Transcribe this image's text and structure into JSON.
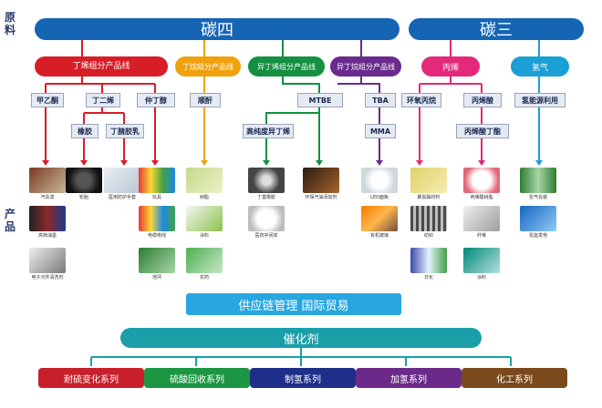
{
  "side": {
    "top": "原料",
    "bottom": "产品"
  },
  "c4": {
    "title": "碳四",
    "color": "#1565b4"
  },
  "c3": {
    "title": "碳三",
    "color": "#1565b4"
  },
  "lines": [
    {
      "key": "butene",
      "label": "丁烯组分产品线",
      "color": "#d71d26"
    },
    {
      "key": "butane",
      "label": "丁烷组分产品线",
      "color": "#f0a10b"
    },
    {
      "key": "isobutene",
      "label": "异丁烯组分产品线",
      "color": "#139040"
    },
    {
      "key": "isobutane",
      "label": "异丁烷组分产品线",
      "color": "#6a2a8e"
    },
    {
      "key": "propylene",
      "label": "丙烯",
      "color": "#e4287a"
    },
    {
      "key": "hydrogen",
      "label": "氢气",
      "color": "#1aa0d6"
    }
  ],
  "intermediates": {
    "mek": "甲乙酮",
    "butadiene": "丁二烯",
    "sba": "仲丁醇",
    "maleic": "顺酐",
    "mtbe": "MTBE",
    "tba": "TBA",
    "rubber": "橡胶",
    "nbr": "丁腈胶乳",
    "hpib": "高纯度异丁烯",
    "mma": "MMA",
    "eo": "环氧丙烷",
    "acrylic": "丙烯酸",
    "butyl_acrylate": "丙烯酸丁酯",
    "h2use": "氢能源利用"
  },
  "products": {
    "auto_paint": "汽车漆",
    "tire": "轮胎",
    "gloves": "医用防护手套",
    "toys": "玩具",
    "resin": "树脂",
    "butyl_rubber": "丁基橡胶",
    "fuel_additive": "环保汽油添加剂",
    "led_panel": "LED面板",
    "pu_material": "聚氨酯材料",
    "sap": "丙烯酸树脂",
    "h2_fill": "氢气充装",
    "high_oil": "高档油墨",
    "cable": "电缆电线",
    "coating": "涂料",
    "pharma": "医药中间体",
    "acrylic_glass": "有机玻璃",
    "textile": "纺织",
    "fiber": "纤维",
    "fuel_cell": "氢能发电",
    "electronics": "电子元件清洗剂",
    "floor": "地坪",
    "pesticide": "农药",
    "daily": "日化",
    "paint": "涂料"
  },
  "supply": {
    "label": "供应链管理 国际贸易",
    "color": "#27a6e0"
  },
  "catalyst": {
    "label": "催化剂",
    "color": "#1a9fa8"
  },
  "cats": [
    {
      "label": "耐硫变化系列",
      "color": "#c8202b"
    },
    {
      "label": "硫酸回收系列",
      "color": "#1c9642"
    },
    {
      "label": "制氢系列",
      "color": "#1e2f8a"
    },
    {
      "label": "加氢系列",
      "color": "#6b2a8a"
    },
    {
      "label": "化工系列",
      "color": "#7a4a1c"
    }
  ],
  "colors": {
    "box_bg": "#e6eaf2",
    "navy": "#2a3a6a"
  }
}
